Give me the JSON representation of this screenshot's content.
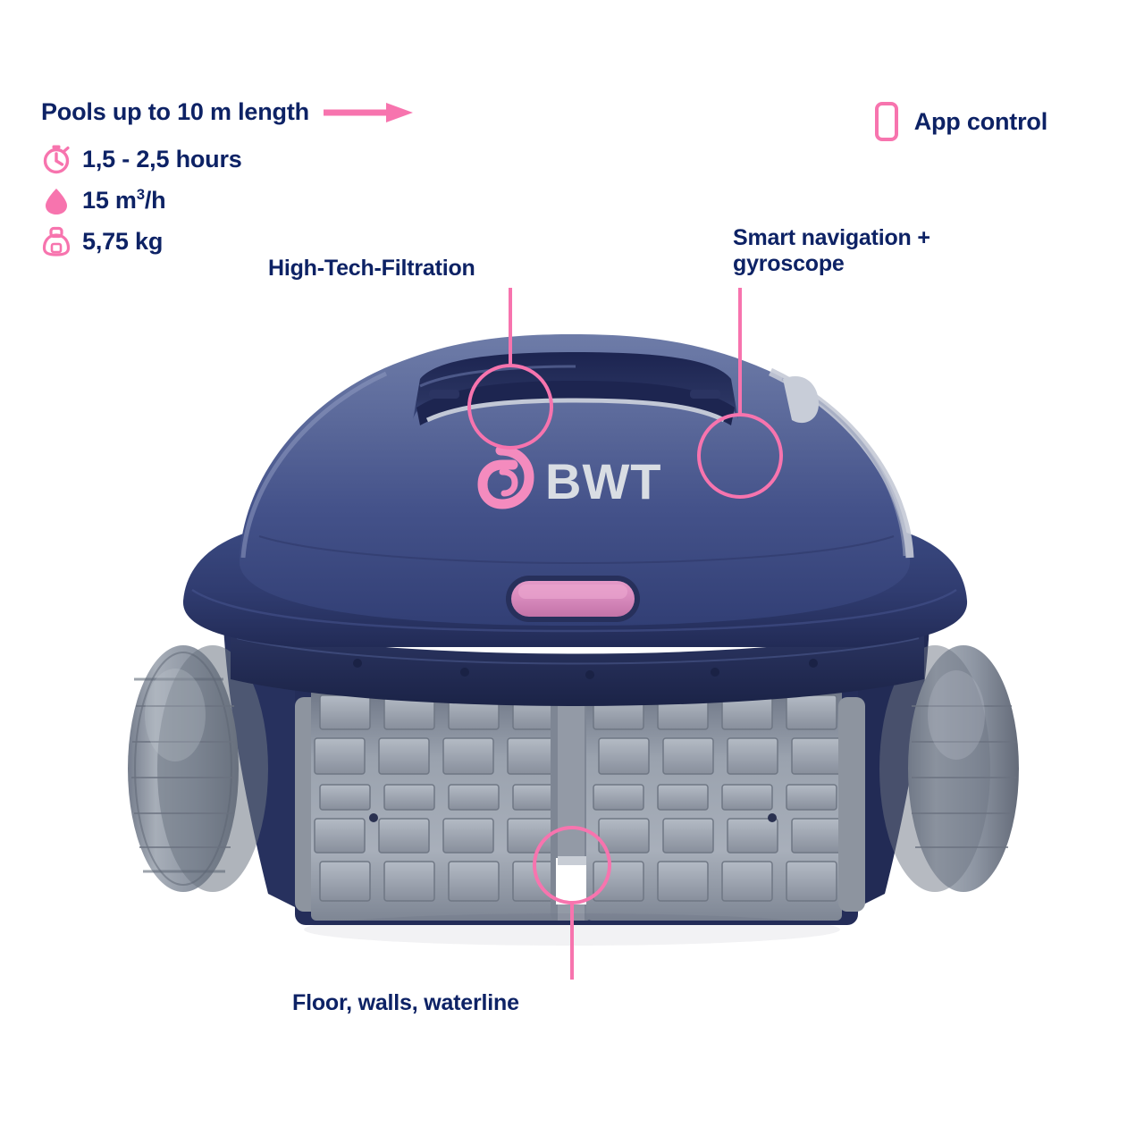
{
  "meta": {
    "product": "BWT pool cleaning robot",
    "brand_text": "BWT",
    "accent_pink": "#F774AE",
    "navy_text": "#0D2265",
    "body_blue": "#3E4E80",
    "body_blue_dark": "#26305C",
    "wheel_grey": "#8B929E",
    "background": "#FFFFFF"
  },
  "specs": {
    "headline": "Pools up to 10 m length",
    "headline_icon": "arrow-right-icon",
    "rows": [
      {
        "icon": "stopwatch-icon",
        "value": "1,5 - 2,5 hours"
      },
      {
        "icon": "water-drop-icon",
        "value_prefix": "15 m",
        "value_sup": "3",
        "value_suffix": "/h",
        "value": "15 m³/h"
      },
      {
        "icon": "weight-kettlebell-icon",
        "value": "5,75 kg"
      }
    ]
  },
  "app_control": {
    "icon": "smartphone-icon",
    "label": "App control"
  },
  "callouts": [
    {
      "id": "filtration",
      "label": "High-Tech-Filtration",
      "icon": "callout-circle"
    },
    {
      "id": "navigation",
      "label_line1": "Smart navigation +",
      "label_line2": "gyroscope",
      "label": "Smart navigation + gyroscope",
      "icon": "callout-circle"
    },
    {
      "id": "surfaces",
      "label": "Floor, walls, waterline",
      "icon": "callout-circle"
    }
  ],
  "robot": {
    "logo_mark": "bwt-b-loop-mark",
    "logo_text": "BWT",
    "status_light": "pink-pill-indicator",
    "parts": [
      "carry-handle",
      "top-shell",
      "front-bumper",
      "status-light",
      "left-wheel",
      "right-wheel",
      "left-brush-roller",
      "right-brush-roller",
      "center-brush-divider"
    ]
  }
}
